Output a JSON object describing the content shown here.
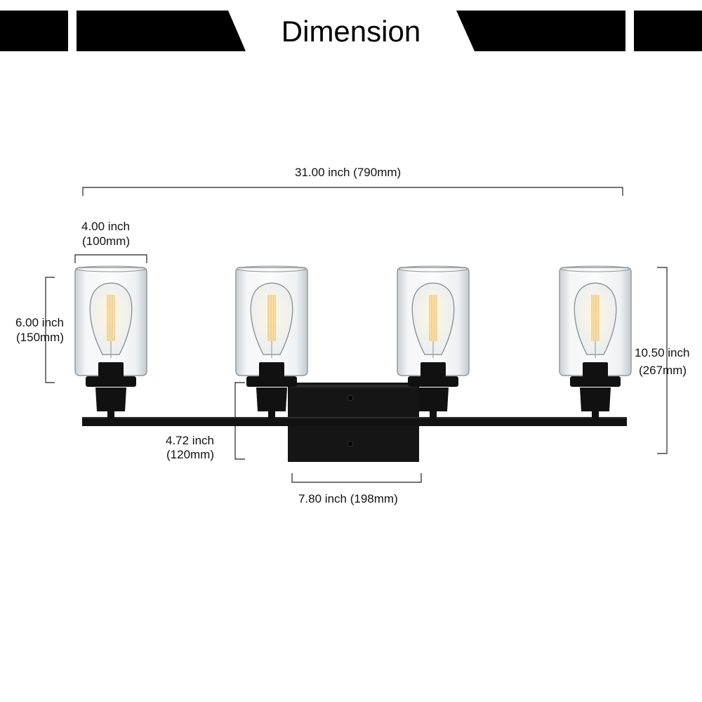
{
  "header": {
    "title": "Dimension"
  },
  "dimensions": {
    "overall_width": "31.00 inch (790mm)",
    "shade_width": {
      "line1": "4.00 inch",
      "line2": "(100mm)"
    },
    "shade_height": {
      "line1": "6.00 inch",
      "line2": "(150mm)"
    },
    "overall_height": {
      "line1": "10.50 inch",
      "line2": "(267mm)"
    },
    "plate_height": {
      "line1": "4.72 inch",
      "line2": "(120mm)"
    },
    "plate_width": "7.80 inch (198mm)"
  },
  "fixture": {
    "finish_color": "#111111",
    "glass_color": "#eef2f4",
    "glass_edge_color": "#8f979b",
    "filament_color": "#f2c46a",
    "shade_count": 4
  }
}
